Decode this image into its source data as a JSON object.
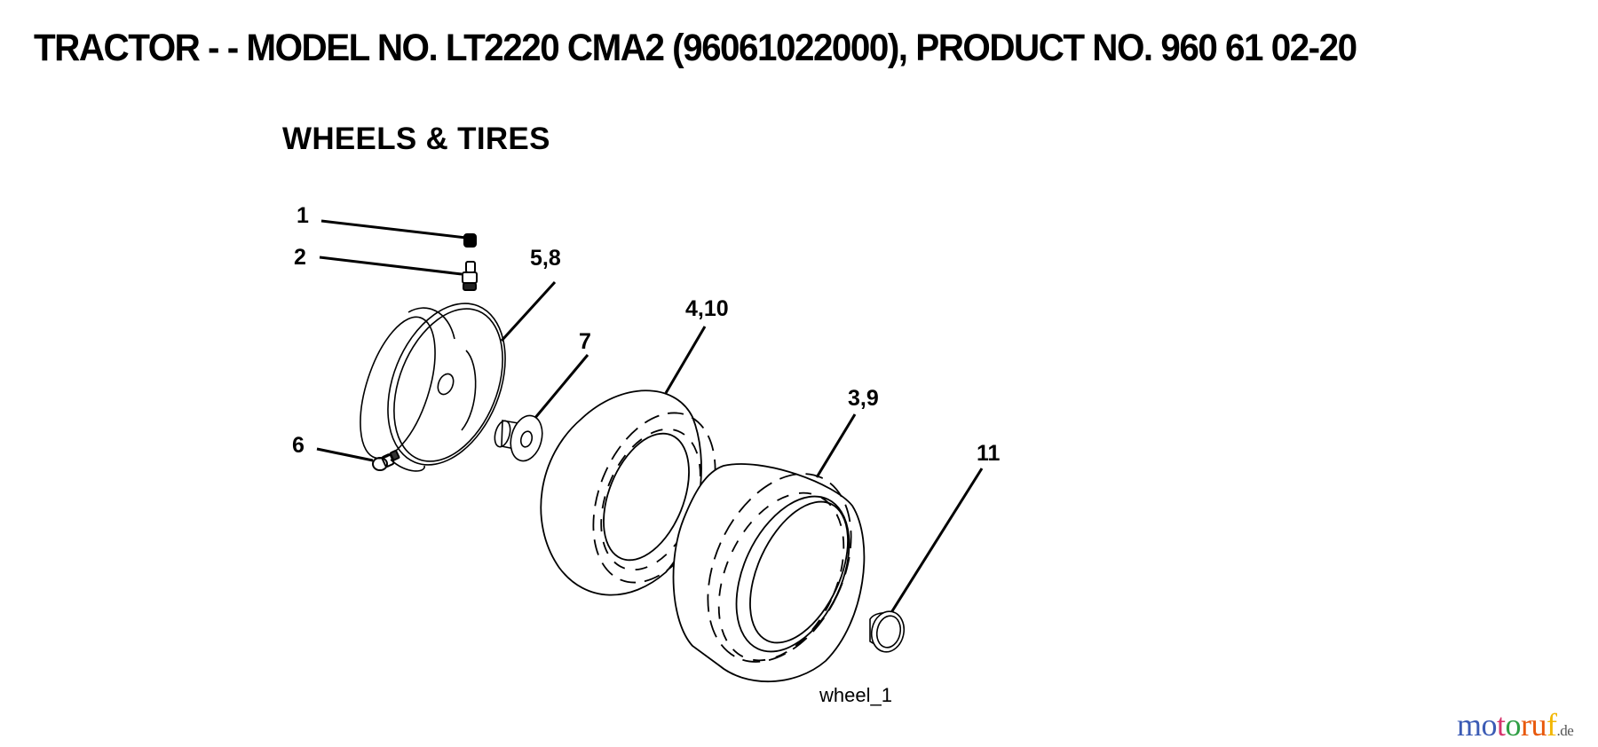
{
  "header": {
    "title": "TRACTOR - - MODEL NO. LT2220 CMA2 (96061022000), PRODUCT NO. 960 61 02-20"
  },
  "section": {
    "title": "WHEELS & TIRES"
  },
  "diagram": {
    "figure_id": "wheel_1",
    "callouts": [
      {
        "label": "1",
        "part": "valve-cap"
      },
      {
        "label": "2",
        "part": "valve-stem"
      },
      {
        "label": "5,8",
        "part": "wheel-rim"
      },
      {
        "label": "7",
        "part": "bushing"
      },
      {
        "label": "4,10",
        "part": "front-tire"
      },
      {
        "label": "3,9",
        "part": "rear-tire"
      },
      {
        "label": "11",
        "part": "hub-cap"
      },
      {
        "label": "6",
        "part": "grease-fitting"
      }
    ]
  },
  "watermark": {
    "letters": [
      {
        "char": "m",
        "color": "#3b5bb5"
      },
      {
        "char": "o",
        "color": "#3b5bb5"
      },
      {
        "char": "t",
        "color": "#d6336c"
      },
      {
        "char": "o",
        "color": "#2f9e44"
      },
      {
        "char": "r",
        "color": "#e8590c"
      },
      {
        "char": "u",
        "color": "#e8590c"
      },
      {
        "char": "f",
        "color": "#f2b705"
      }
    ],
    "suffix": ".de"
  }
}
